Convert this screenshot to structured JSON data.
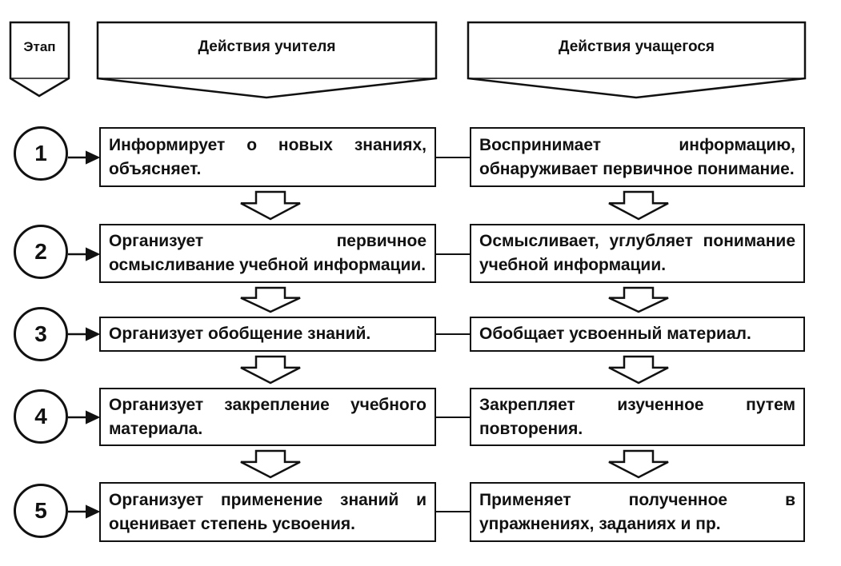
{
  "header": {
    "stage_label": "Этап",
    "teacher_label": "Действия учителя",
    "student_label": "Действия учащегося"
  },
  "rows": [
    {
      "number": "1",
      "teacher": "Информирует о новых знаниях, объясняет.",
      "student": "Воспринимает информацию, обнаруживает первичное понимание."
    },
    {
      "number": "2",
      "teacher": "Организует первичное осмысливание учебной информации.",
      "student": "Осмысливает, углубляет понимание учебной информации."
    },
    {
      "number": "3",
      "teacher": "Организует обобщение знаний.",
      "student": "Обобщает усвоенный материал."
    },
    {
      "number": "4",
      "teacher": "Организует закрепление учебного материала.",
      "student": "Закрепляет изученное путем повторения."
    },
    {
      "number": "5",
      "teacher": "Организует применение знаний и оценивает степень усвоения.",
      "student": "Применяет полученное в упражнениях, заданиях и пр."
    }
  ],
  "colors": {
    "ink": "#111111",
    "background": "#ffffff"
  }
}
